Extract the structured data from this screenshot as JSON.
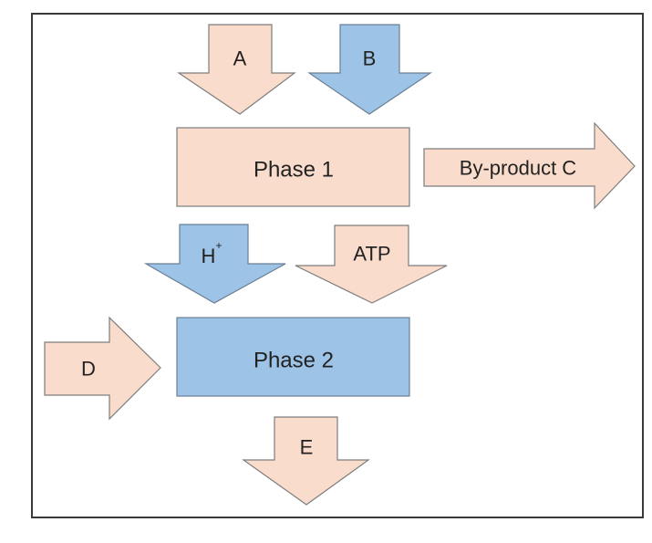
{
  "diagram": {
    "colors": {
      "peach": "#f9dccb",
      "blue": "#9dc3e6",
      "frame": "#3a3a3a"
    },
    "phase1": {
      "label": "Phase 1",
      "color": "peach"
    },
    "phase2": {
      "label": "Phase 2",
      "color": "blue"
    },
    "arrows": {
      "a": {
        "label": "A",
        "direction": "down",
        "color": "peach"
      },
      "b": {
        "label": "B",
        "direction": "down",
        "color": "blue"
      },
      "byproduct_c": {
        "label": "By-product C",
        "direction": "right",
        "color": "peach"
      },
      "h_plus": {
        "label": "H",
        "superscript": "+",
        "direction": "down",
        "color": "blue"
      },
      "atp": {
        "label": "ATP",
        "direction": "down",
        "color": "peach"
      },
      "d": {
        "label": "D",
        "direction": "right",
        "color": "peach"
      },
      "e": {
        "label": "E",
        "direction": "down",
        "color": "peach"
      }
    }
  }
}
